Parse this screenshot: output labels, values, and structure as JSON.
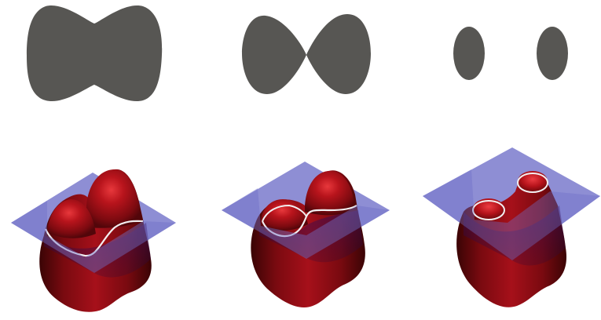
{
  "colors": {
    "background": "#ffffff",
    "level_set_fill": "#575653",
    "surface_light": "#c0161e",
    "surface_mid": "#9a0e14",
    "surface_dark": "#5e0608",
    "surface_shadow": "#3a0405",
    "plane_fill": "#6e6ec8",
    "plane_opacity": 0.75,
    "contour_line": "#f2eef0",
    "under_plane_tint": "#3c1060"
  },
  "panels": [
    {
      "id": "panel-1",
      "topology": "one-connected-region"
    },
    {
      "id": "panel-2",
      "topology": "pinched-figure-eight"
    },
    {
      "id": "panel-3",
      "topology": "two-separate-regions"
    }
  ]
}
